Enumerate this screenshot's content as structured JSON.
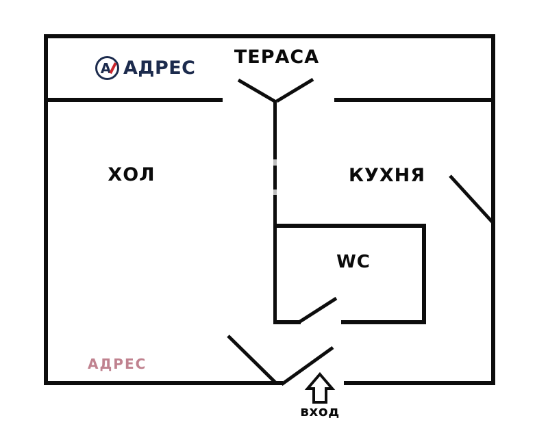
{
  "branding": {
    "logo_text": "АДРЕС",
    "logo_monogram": "A",
    "watermark_text": "АДРЕС"
  },
  "rooms": {
    "terrace": {
      "label": "ТЕРАСА"
    },
    "living_room": {
      "label": "ХОЛ"
    },
    "kitchen": {
      "label": "КУХНЯ"
    },
    "wc": {
      "label": "WC"
    }
  },
  "entrance": {
    "label": "вход"
  },
  "colors": {
    "wall": "#0d0d0d",
    "logo_navy": "#1c2b4d",
    "logo_red": "#c9252c",
    "watermark_pink": "#c0828f",
    "background": "#ffffff"
  }
}
